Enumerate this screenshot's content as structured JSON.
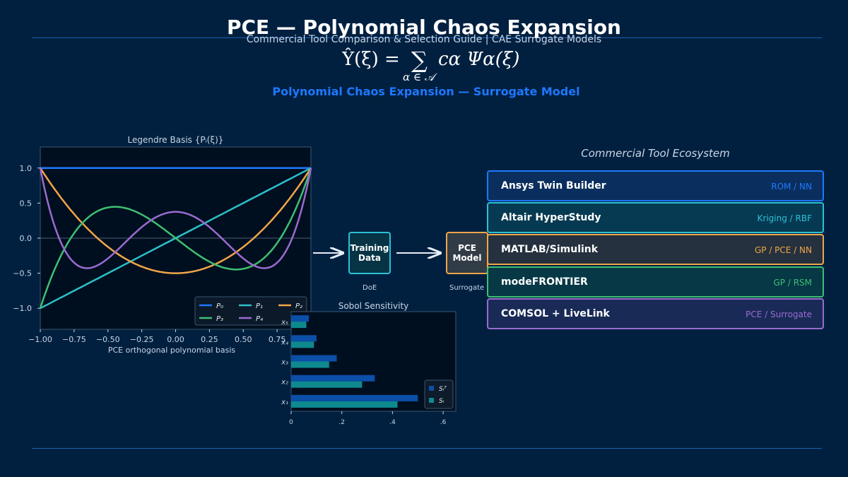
{
  "header": {
    "title": "PCE — Polynomial Chaos Expansion",
    "subtitle": "Commercial Tool Comparison & Selection Guide  |  CAE Surrogate Models"
  },
  "formula": {
    "lhs": "Ŷ(ξ) =",
    "sum": "∑",
    "index": "α ∈ 𝒜",
    "term": "cα Ψα(ξ)",
    "caption": "Polynomial Chaos Expansion  —  Surrogate Model"
  },
  "flow": {
    "boxes": [
      {
        "label": "Training\nData",
        "caption": "DoE"
      },
      {
        "label": "PCE\nModel",
        "caption": "Surrogate"
      }
    ]
  },
  "ecosystem": {
    "title": "Commercial Tool Ecosystem",
    "tools": [
      {
        "name": "Ansys Twin Builder",
        "tag": "ROM / NN",
        "color": "#1e78ff",
        "bg": "#0a2f5e"
      },
      {
        "name": "Altair HyperStudy",
        "tag": "Kriging / RBF",
        "color": "#2cc0d6",
        "bg": "#063a52"
      },
      {
        "name": "MATLAB/Simulink",
        "tag": "GP / PCE / NN",
        "color": "#f2a548",
        "bg": "#25313e"
      },
      {
        "name": "modeFRONTIER",
        "tag": "GP / RSM",
        "color": "#3fbf73",
        "bg": "#063846"
      },
      {
        "name": "COMSOL + LiveLink",
        "tag": "PCE / Surrogate",
        "color": "#9b6bd0",
        "bg": "#192a57"
      }
    ]
  },
  "chart_data": [
    {
      "type": "line",
      "title": "Legendre Basis  {Pᵢ(ξ)}",
      "xlabel": "PCE orthogonal polynomial basis",
      "ylabel": "",
      "xlim": [
        -1.0,
        1.0
      ],
      "ylim": [
        -1.3,
        1.3
      ],
      "xticks": [
        "−1.00",
        "−0.75",
        "−0.50",
        "−0.25",
        "0.00",
        "0.25",
        "0.50",
        "0.75"
      ],
      "yticks": [
        "1.0",
        "0.5",
        "0.0",
        "−0.5",
        "−1.0"
      ],
      "legend_position": "lower-right",
      "series": [
        {
          "name": "P₀",
          "color": "#1e78ff",
          "degree": 0
        },
        {
          "name": "P₁",
          "color": "#2cc0c8",
          "degree": 1
        },
        {
          "name": "P₂",
          "color": "#f2a548",
          "degree": 2
        },
        {
          "name": "P₃",
          "color": "#3fbf73",
          "degree": 3
        },
        {
          "name": "P₄",
          "color": "#9b6bd0",
          "degree": 4
        }
      ]
    },
    {
      "type": "bar",
      "orientation": "horizontal",
      "title": "Sobol Sensitivity",
      "categories": [
        "x₁",
        "x₂",
        "x₃",
        "x₄",
        "x₅"
      ],
      "xlim": [
        0,
        0.65
      ],
      "xticks": [
        "0",
        ".2",
        ".4",
        ".6"
      ],
      "legend_position": "lower-right",
      "series": [
        {
          "name": "Sᵢᵀ",
          "color": "#0b4fa8",
          "values": [
            0.5,
            0.33,
            0.18,
            0.1,
            0.07
          ]
        },
        {
          "name": "Sᵢ",
          "color": "#0e8a8f",
          "values": [
            0.42,
            0.28,
            0.15,
            0.09,
            0.06
          ]
        }
      ]
    }
  ]
}
